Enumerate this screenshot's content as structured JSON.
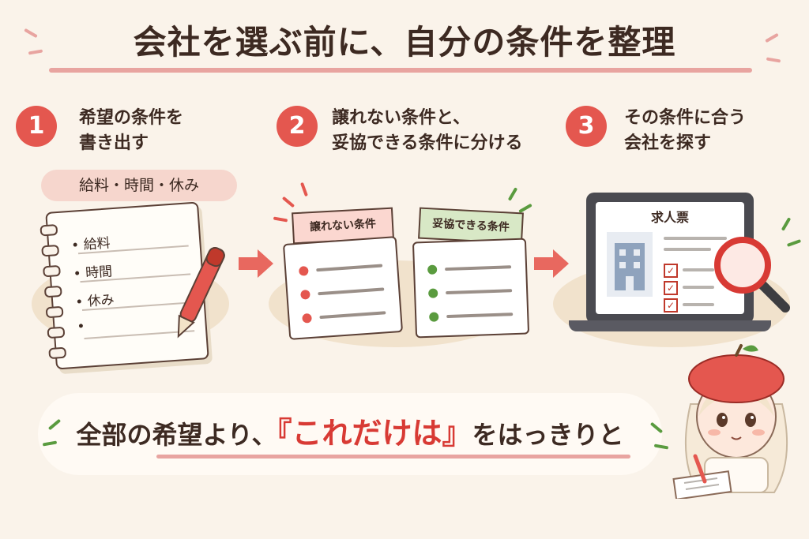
{
  "title": "会社を選ぶ前に、自分の条件を整理",
  "steps": [
    {
      "number": "1",
      "line1": "希望の条件を",
      "line2": "書き出す"
    },
    {
      "number": "2",
      "line1": "譲れない条件と、",
      "line2": "妥協できる条件に分ける"
    },
    {
      "number": "3",
      "line1": "その条件に合う",
      "line2": "会社を探す"
    }
  ],
  "examples_pill": "給料・時間・休み",
  "notebook_items": [
    "給料",
    "時間",
    "休み",
    ""
  ],
  "card_nonnegotiable": "譲れない条件",
  "card_negotiable": "妥協できる条件",
  "job_listing_title": "求人票",
  "bottom": {
    "before": "全部の希望より、",
    "highlight": "『これだけは』",
    "after": "をはっきりと"
  },
  "colors": {
    "accent": "#e4574f",
    "highlight": "#d83a34",
    "green": "#5a9b3f",
    "background": "#faf3ea"
  }
}
